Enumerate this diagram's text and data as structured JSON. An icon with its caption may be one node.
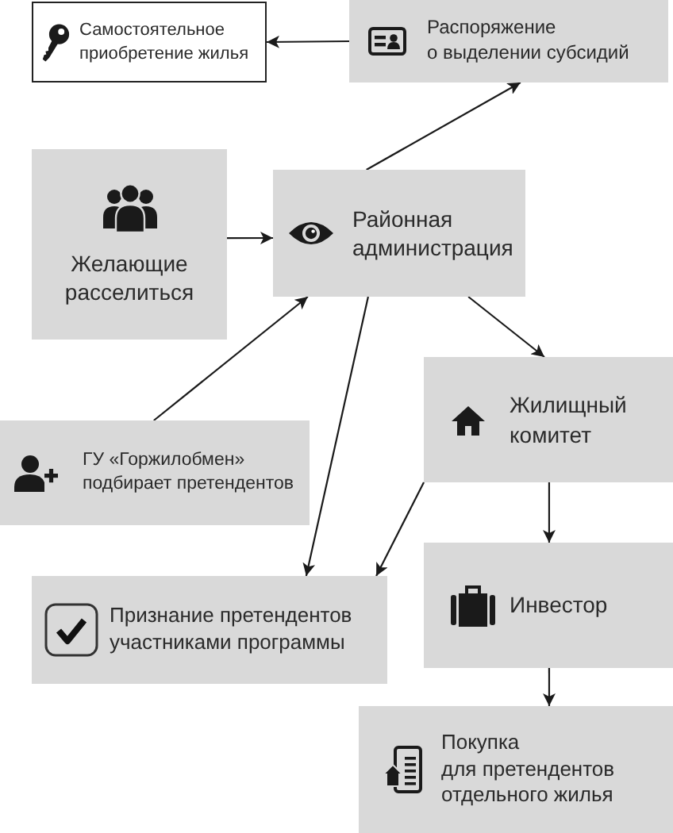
{
  "diagram": {
    "nodes": [
      {
        "text": [
          "Самостоятельное приобретение жилья"
        ]
      },
      {
        "text": [
          "Распоряжение о выделении субсидий"
        ]
      },
      {
        "text": [
          "Желающие расселиться"
        ]
      },
      {
        "text": [
          "Районная администрация"
        ]
      },
      {
        "text": [
          "Жилищный комитет"
        ]
      },
      {
        "text": [
          "ГУ «Горжилобмен» подбирает претендентов"
        ]
      },
      {
        "text": [
          "Признание претендентов участниками программы"
        ]
      },
      {
        "text": [
          "Инвестор"
        ]
      },
      {
        "text": [
          "Покупка для претендентов отдельного жилья"
        ]
      }
    ],
    "edges": [
      {
        "from": 1,
        "to": 0,
        "arrow": "to"
      },
      {
        "from": 3,
        "to": 1,
        "arrow": "to"
      },
      {
        "from": 2,
        "to": 3,
        "arrow": "to"
      },
      {
        "from": 5,
        "to": 3,
        "arrow": "to"
      },
      {
        "from": 3,
        "to": 6,
        "arrow": "to"
      },
      {
        "from": 3,
        "to": 4,
        "arrow": "to"
      },
      {
        "from": 4,
        "to": 6,
        "arrow": "to"
      },
      {
        "from": 4,
        "to": 7,
        "arrow": "to"
      },
      {
        "from": 7,
        "to": 8,
        "arrow": "to"
      }
    ]
  }
}
